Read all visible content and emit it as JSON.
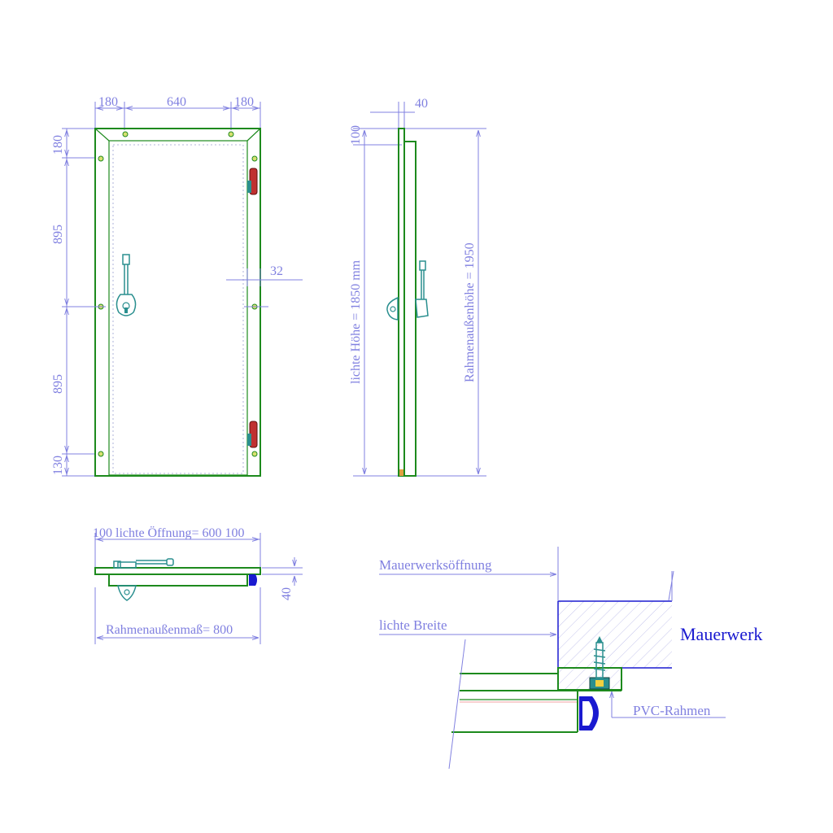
{
  "front_view": {
    "dim_top": [
      "180",
      "640",
      "180"
    ],
    "dim_left": [
      "180",
      "895",
      "895",
      "130"
    ],
    "dim_handle_offset": "32"
  },
  "side_view": {
    "dim_top": "40",
    "dim_left": "100",
    "clear_height": "lichte Höhe = 1850 mm",
    "frame_height": "Rahmenaußenhöhe = 1950"
  },
  "top_view": {
    "dim_top": "100 lichte Öffnung= 600 100",
    "dim_right": "40",
    "dim_bottom": "Rahmenaußenmaß= 800"
  },
  "detail": {
    "wall_opening": "Mauerwerksöffnung",
    "clear_width": "lichte Breite",
    "masonry": "Mauerwerk",
    "pvc_frame": "PVC-Rahmen"
  },
  "colors": {
    "dimension": "#8080e0",
    "outline": "#1d8a1d",
    "handle": "#2a8f8f",
    "hinge": "#c03030",
    "seal": "#1a1ad0"
  }
}
